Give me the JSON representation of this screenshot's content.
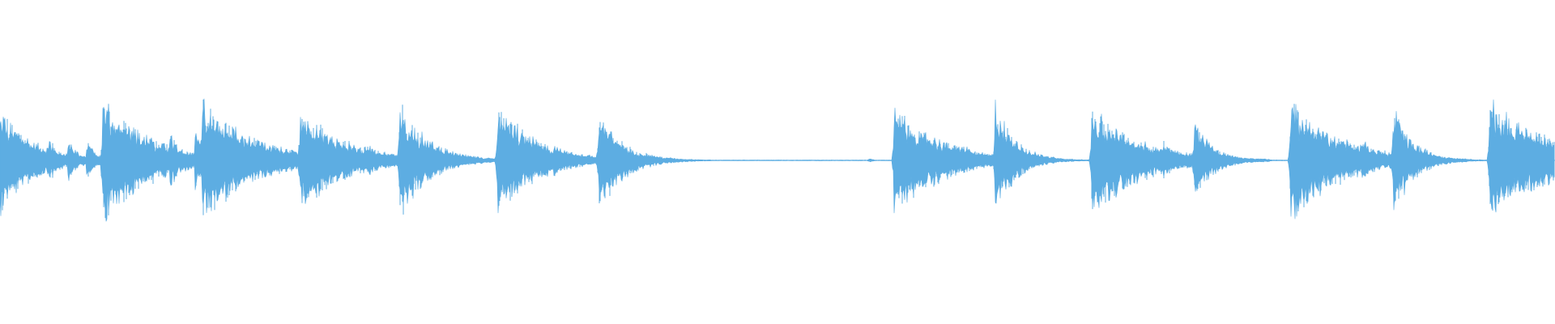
{
  "waveform": {
    "color": "#5dade2",
    "background": "#ffffff",
    "centerline_color": "#5dade2",
    "amplitude_range": [
      -1,
      1
    ],
    "duration_range": [
      0,
      1
    ],
    "events": [
      {
        "t": 0.0,
        "peak_top": 0.52,
        "peak_bottom": 0.55,
        "decay": 0.022,
        "kind": "cluster"
      },
      {
        "t": 0.066,
        "peak_top": 0.65,
        "peak_bottom": 0.67,
        "decay": 0.03,
        "kind": "cluster"
      },
      {
        "t": 0.13,
        "peak_top": 0.66,
        "peak_bottom": 0.65,
        "decay": 0.032,
        "kind": "sustain"
      },
      {
        "t": 0.193,
        "peak_top": 0.53,
        "peak_bottom": 0.52,
        "decay": 0.03,
        "kind": "tail"
      },
      {
        "t": 0.257,
        "peak_top": 0.62,
        "peak_bottom": 0.61,
        "decay": 0.018,
        "kind": "short"
      },
      {
        "t": 0.32,
        "peak_top": 0.58,
        "peak_bottom": 0.55,
        "decay": 0.025,
        "kind": "tail"
      },
      {
        "t": 0.385,
        "peak_top": 0.51,
        "peak_bottom": 0.53,
        "decay": 0.016,
        "kind": "short"
      },
      {
        "t": 0.559,
        "peak_top": 0.03,
        "peak_bottom": 0.03,
        "decay": 0.002,
        "kind": "blip"
      },
      {
        "t": 0.575,
        "peak_top": 0.57,
        "peak_bottom": 0.58,
        "decay": 0.03,
        "kind": "tail"
      },
      {
        "t": 0.64,
        "peak_top": 0.6,
        "peak_bottom": 0.58,
        "decay": 0.013,
        "kind": "short"
      },
      {
        "t": 0.702,
        "peak_top": 0.56,
        "peak_bottom": 0.57,
        "decay": 0.032,
        "kind": "tail"
      },
      {
        "t": 0.768,
        "peak_top": 0.43,
        "peak_bottom": 0.44,
        "decay": 0.012,
        "kind": "short"
      },
      {
        "t": 0.83,
        "peak_top": 0.63,
        "peak_bottom": 0.63,
        "decay": 0.032,
        "kind": "tail"
      },
      {
        "t": 0.896,
        "peak_top": 0.55,
        "peak_bottom": 0.57,
        "decay": 0.013,
        "kind": "short"
      },
      {
        "t": 0.958,
        "peak_top": 0.62,
        "peak_bottom": 0.61,
        "decay": 0.04,
        "kind": "sustain"
      }
    ]
  }
}
